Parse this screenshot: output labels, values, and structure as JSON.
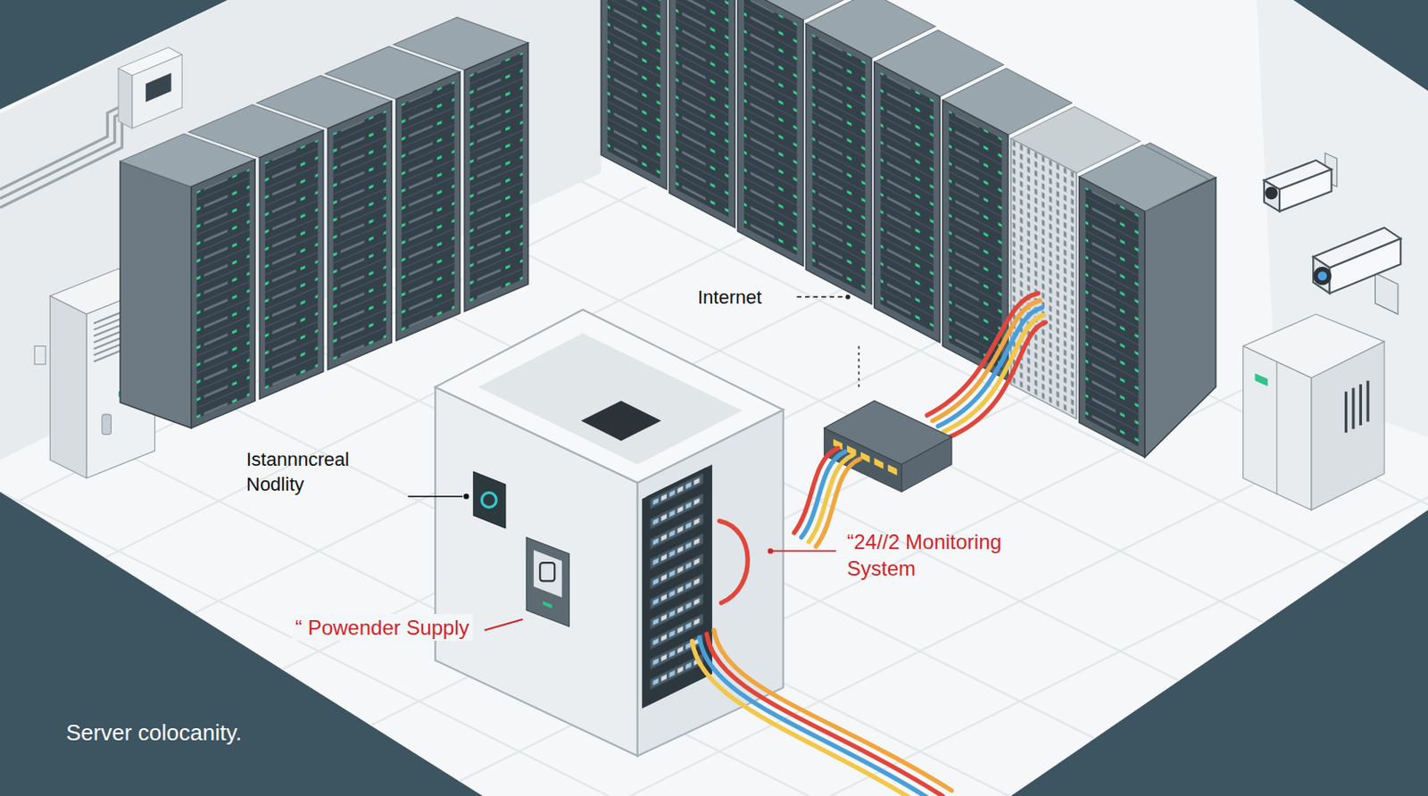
{
  "diagram": {
    "caption": "Server colocanity.",
    "labels": [
      "Internet",
      "Istannncreal Nodlity",
      "“24//2 Monitoring System",
      "“ Powender Supply"
    ]
  }
}
